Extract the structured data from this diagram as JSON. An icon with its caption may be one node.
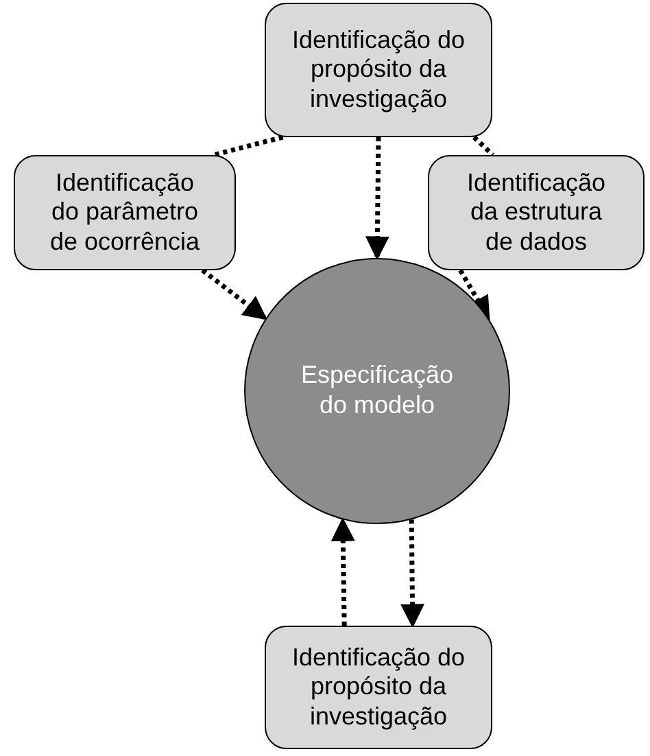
{
  "diagram": {
    "nodes": [
      {
        "text": [
          "Identificação do propósito da investigação"
        ]
      },
      {
        "text": [
          "Identificação do parâmetro de ocorrência"
        ]
      },
      {
        "text": [
          "Identificação da estrutura de dados"
        ]
      },
      {
        "text": [
          "Especificação do modelo"
        ]
      },
      {
        "text": [
          "Identificação do propósito da investigação"
        ]
      }
    ],
    "edges": [
      {
        "from": 0,
        "to": 1,
        "arrow": "none"
      },
      {
        "from": 0,
        "to": 2,
        "arrow": "none"
      },
      {
        "from": 0,
        "to": 3,
        "arrow": "to"
      },
      {
        "from": 1,
        "to": 3,
        "arrow": "to"
      },
      {
        "from": 2,
        "to": 3,
        "arrow": "to"
      },
      {
        "from": 4,
        "to": 3,
        "arrow": "to"
      },
      {
        "from": 3,
        "to": 4,
        "arrow": "to"
      }
    ]
  }
}
